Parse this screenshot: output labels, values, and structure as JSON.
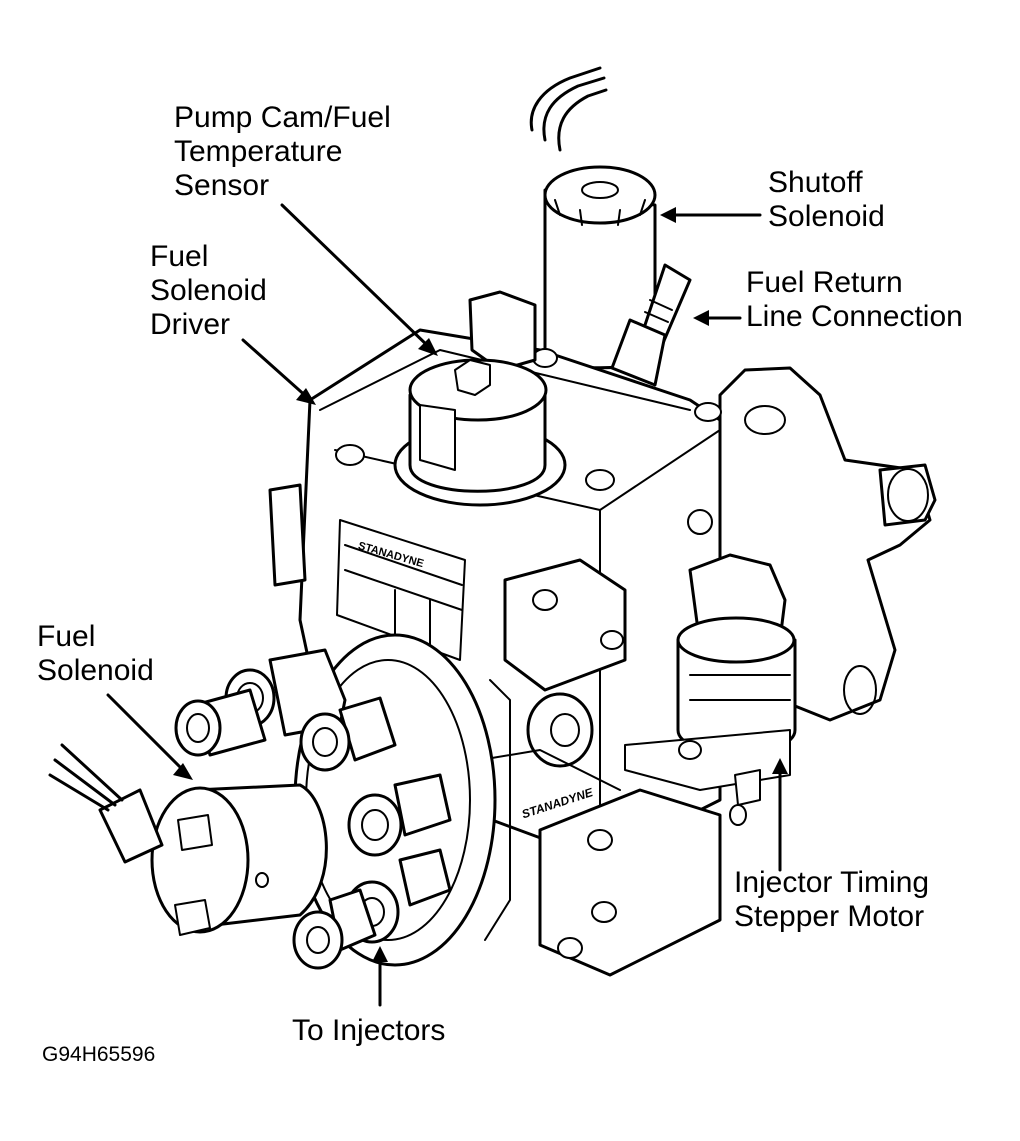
{
  "labels": {
    "pump_cam_sensor": [
      "Pump Cam/Fuel",
      "Temperature",
      "Sensor"
    ],
    "shutoff_solenoid": [
      "Shutoff",
      "Solenoid"
    ],
    "fuel_solenoid_driver": [
      "Fuel",
      "Solenoid",
      "Driver"
    ],
    "fuel_return_line": [
      "Fuel Return",
      "Line Connection"
    ],
    "fuel_solenoid": [
      "Fuel",
      "Solenoid"
    ],
    "injector_timing_motor": [
      "Injector Timing",
      "Stepper Motor"
    ],
    "to_injectors": "To Injectors"
  },
  "figure_id": "G94H65596",
  "nameplate": {
    "brand_top": "STANADYNE",
    "brand_side": "STANADYNE"
  }
}
